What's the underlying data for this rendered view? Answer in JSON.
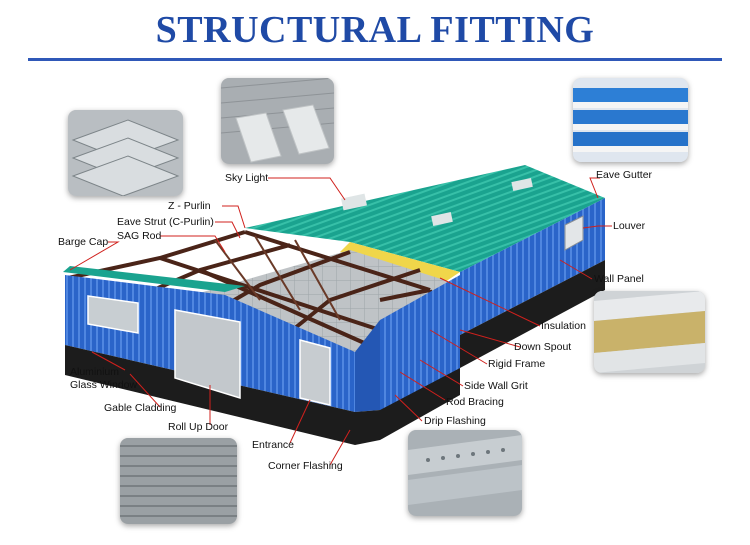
{
  "title_part1": "STRUCTURAL",
  "title_part2": "FITTING",
  "colors": {
    "title_blue": "#1f4aa6",
    "roof_green": "#1aa38f",
    "wall_blue": "#2a64c9",
    "base_black": "#1c1c1c",
    "pointer_red": "#d0201c",
    "frame_brown": "#4a2418"
  },
  "labels": {
    "sky_light": "Sky Light",
    "z_purlin": "Z - Purlin",
    "eave_strut": "Eave Strut (C-Purlin)",
    "sag_rod": "SAG Rod",
    "barge_cap": "Barge Cap",
    "aluminium_glass_window_1": "Aluminium",
    "aluminium_glass_window_2": "Glass Window",
    "gable_cladding": "Gable Cladding",
    "roll_up_door": "Roll Up Door",
    "entrance": "Entrance",
    "corner_flashing": "Corner Flashing",
    "eave_gutter": "Eave Gutter",
    "louver": "Louver",
    "wall_panel": "Wall Panel",
    "insulation": "Insulation",
    "down_spout": "Down Spout",
    "rigid_frame": "Rigid Frame",
    "side_wall_grit": "Side Wall Grit",
    "rod_bracing": "Rod Bracing",
    "drip_flashing": "Drip Flashing"
  }
}
